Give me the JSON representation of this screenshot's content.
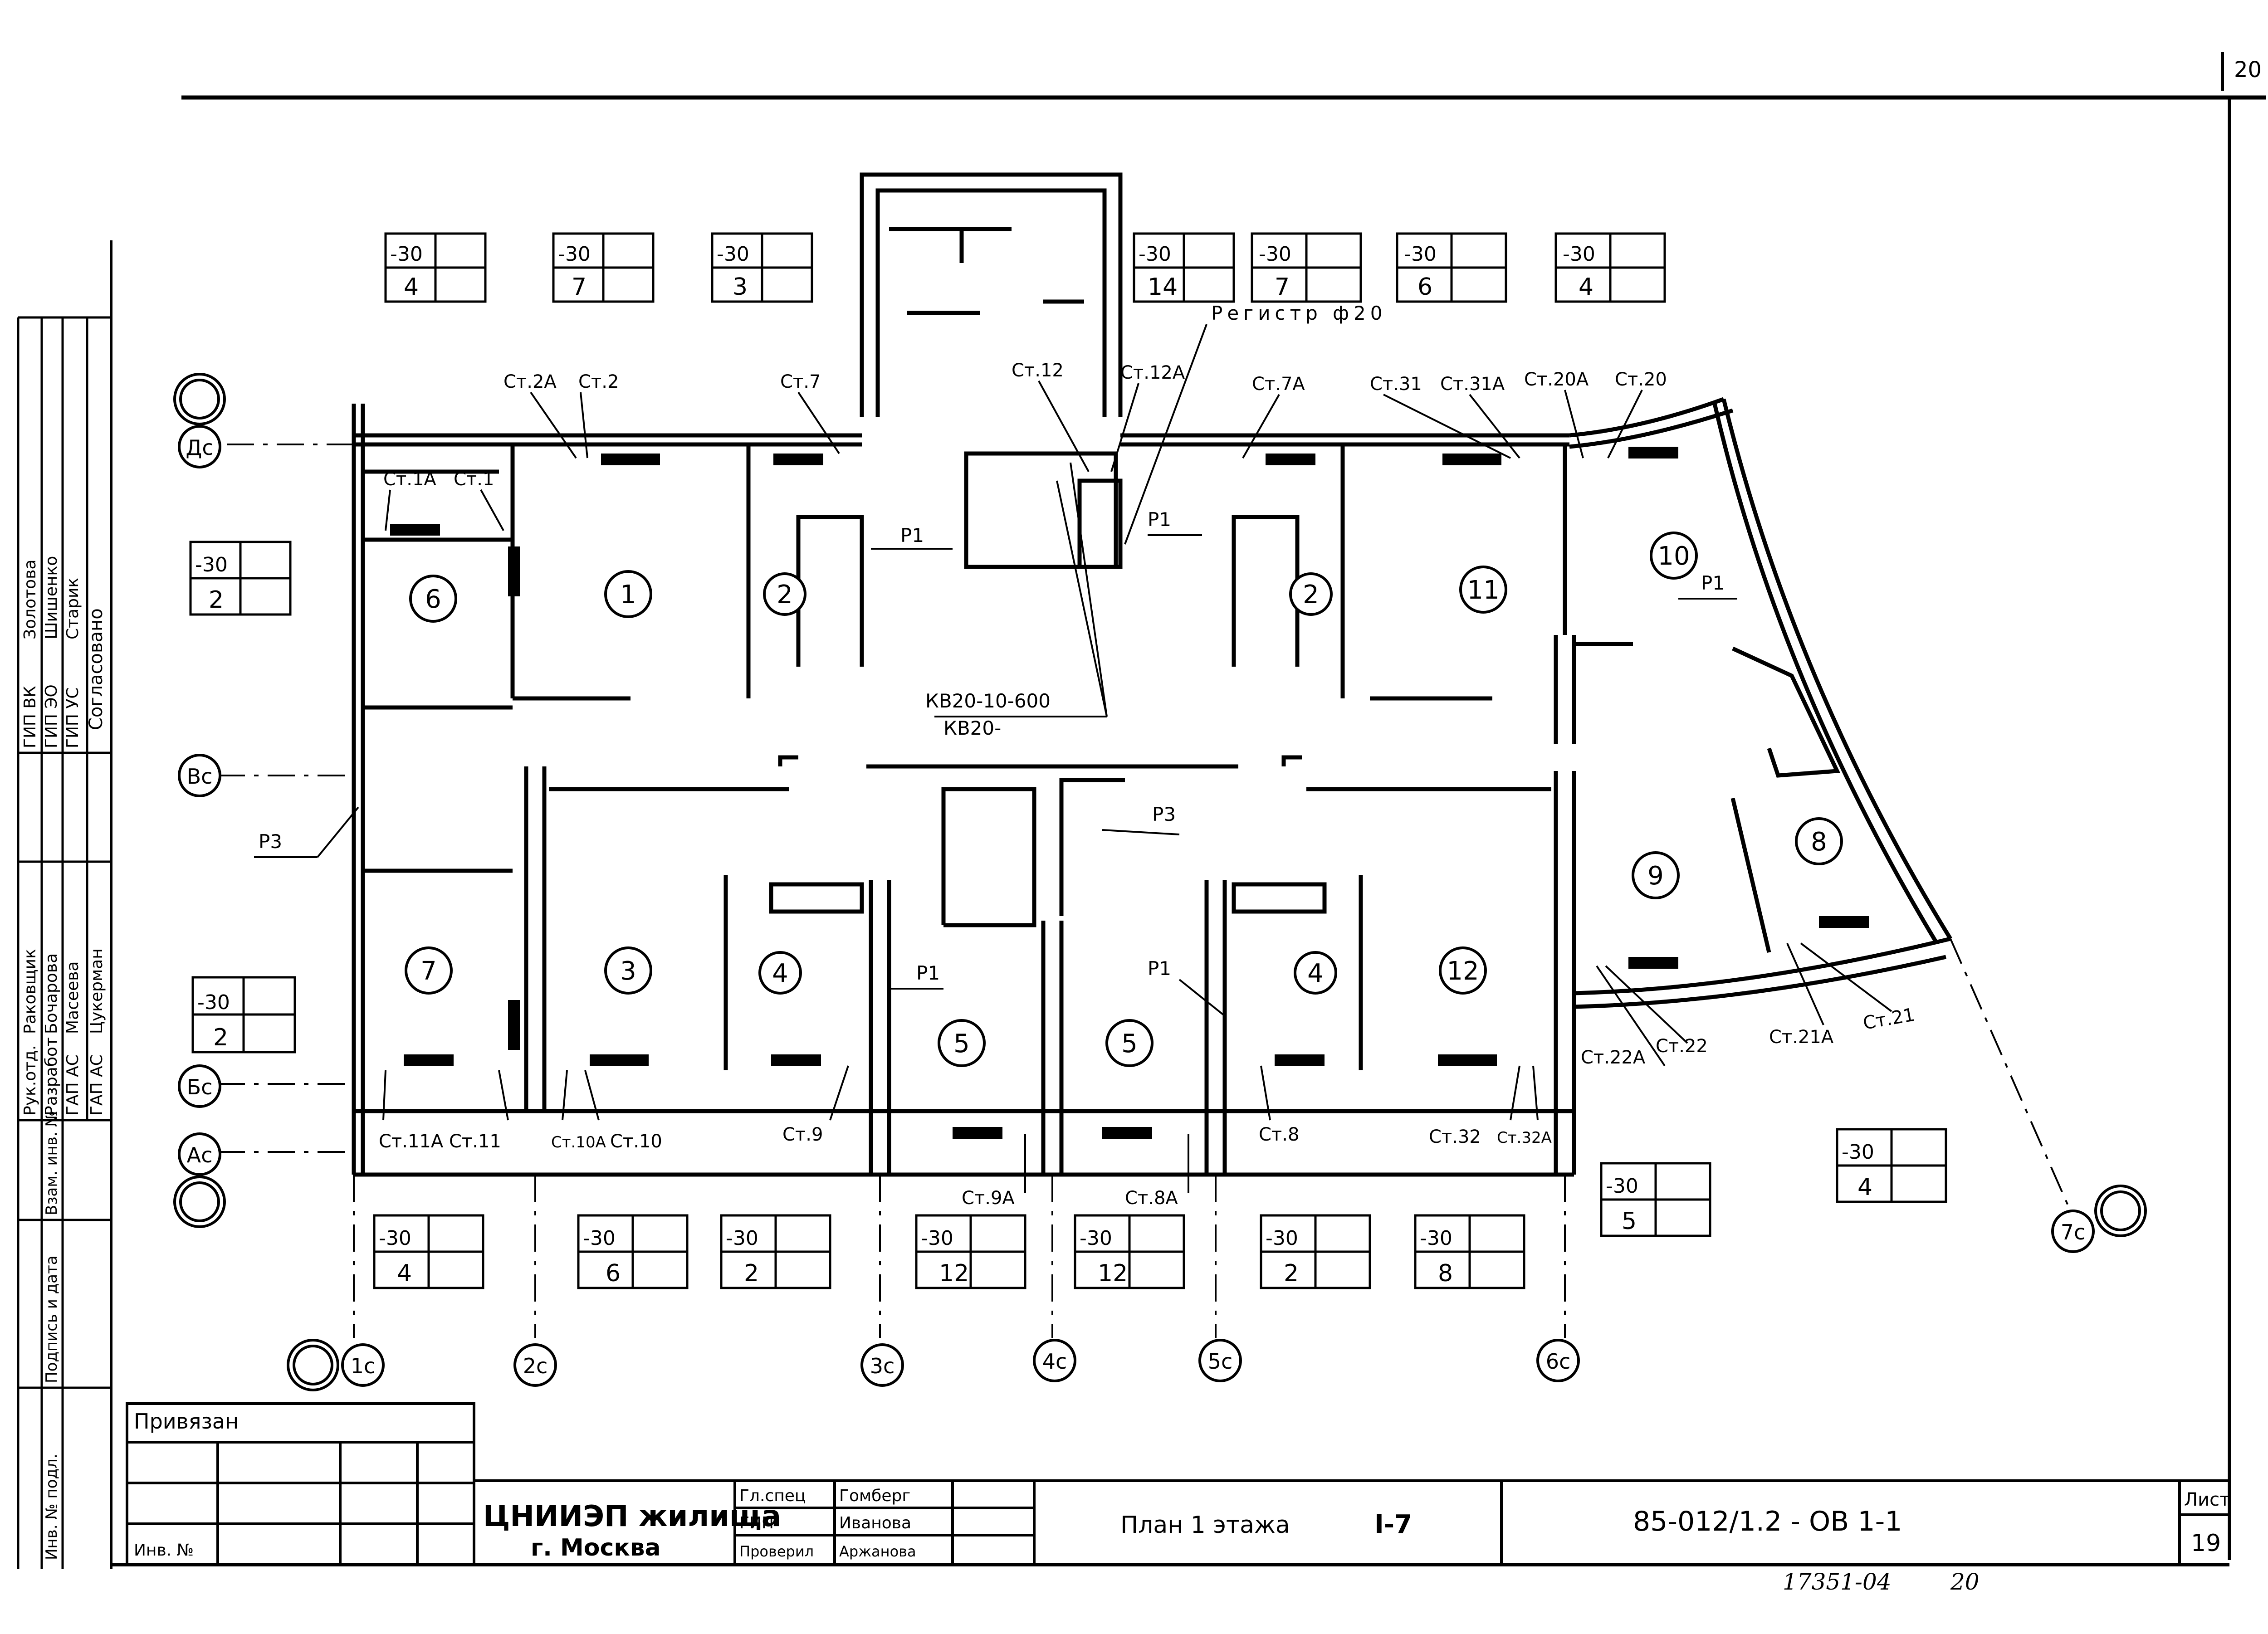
{
  "sheet_corner": "20",
  "rooms": [
    {
      "n": "1"
    },
    {
      "n": "2"
    },
    {
      "n": "2"
    },
    {
      "n": "11"
    },
    {
      "n": "10"
    },
    {
      "n": "6"
    },
    {
      "n": "7"
    },
    {
      "n": "3"
    },
    {
      "n": "4"
    },
    {
      "n": "5"
    },
    {
      "n": "5"
    },
    {
      "n": "4"
    },
    {
      "n": "12"
    },
    {
      "n": "9"
    },
    {
      "n": "8"
    }
  ],
  "axes": [
    "Ас",
    "Бс",
    "Вс",
    "Дс",
    "1с",
    "2с",
    "3с",
    "4с",
    "5с",
    "6с",
    "7с"
  ],
  "temp_boxes": [
    {
      "t": "-30",
      "n": "4"
    },
    {
      "t": "-30",
      "n": "7"
    },
    {
      "t": "-30",
      "n": "3"
    },
    {
      "t": "-30",
      "n": "14"
    },
    {
      "t": "-30",
      "n": "7"
    },
    {
      "t": "-30",
      "n": "6"
    },
    {
      "t": "-30",
      "n": "4"
    },
    {
      "t": "-30",
      "n": "2"
    },
    {
      "t": "-30",
      "n": "2"
    },
    {
      "t": "-30",
      "n": "4"
    },
    {
      "t": "-30",
      "n": "6"
    },
    {
      "t": "-30",
      "n": "2"
    },
    {
      "t": "-30",
      "n": "12"
    },
    {
      "t": "-30",
      "n": "12"
    },
    {
      "t": "-30",
      "n": "2"
    },
    {
      "t": "-30",
      "n": "8"
    },
    {
      "t": "-30",
      "n": "5"
    },
    {
      "t": "-30",
      "n": "4"
    }
  ],
  "risers": {
    "st2a": "Ст.2А",
    "st2": "Ст.2",
    "st7": "Ст.7",
    "st12": "Ст.12",
    "st12a": "Ст.12А",
    "st7a": "Ст.7А",
    "st31": "Ст.31",
    "st31a": "Ст.31А",
    "st20a": "Ст.20А",
    "st20": "Ст.20",
    "st1a": "Ст.1А",
    "st1": "Ст.1",
    "st11a": "Ст.11А",
    "st11": "Ст.11",
    "st10a": "Ст.10А",
    "st10": "Ст.10",
    "st9": "Ст.9",
    "st9a": "Ст.9А",
    "st8a": "Ст.8А",
    "st8": "Ст.8",
    "st32": "Ст.32",
    "st32a": "Ст.32А",
    "st22a": "Ст.22А",
    "st22": "Ст.22",
    "st21a": "Ст.21А",
    "st21": "Ст.21"
  },
  "notes": {
    "register": "Регистр ф20",
    "kv": "КВ20-10-600",
    "kv2": "КВ20-",
    "p1": "Р1",
    "p3": "Р3"
  },
  "stamp": {
    "privyazan": "Привязан",
    "inv": "Инв. №",
    "org1": "ЦНИИЭП жилища",
    "org2": "г. Москва",
    "roles": [
      "Гл.спец",
      "ГИП",
      "Проверил"
    ],
    "names": [
      "Гомберг",
      "Иванова",
      "Аржанова"
    ],
    "title": "План 1 этажа",
    "section": "I-7",
    "code": "85-012/1.2 - ОВ   1-1",
    "list_label": "Лист",
    "list_no": "19",
    "below": "17351-04",
    "below_page": "20"
  },
  "side_rows": [
    "Рук.отд.",
    "Разработ",
    "ГАП АС",
    "ГАП АС",
    "Раковщик",
    "Бочарова",
    "Масеева",
    "Цукерман",
    "ГИП ВК",
    "ГИП ЭО",
    "ГИП УС",
    "Золотова",
    "Шишенко",
    "Старик",
    "Взам. инв. №",
    "Подпись и дата",
    "Инв. № подл.",
    "Согласовано"
  ]
}
